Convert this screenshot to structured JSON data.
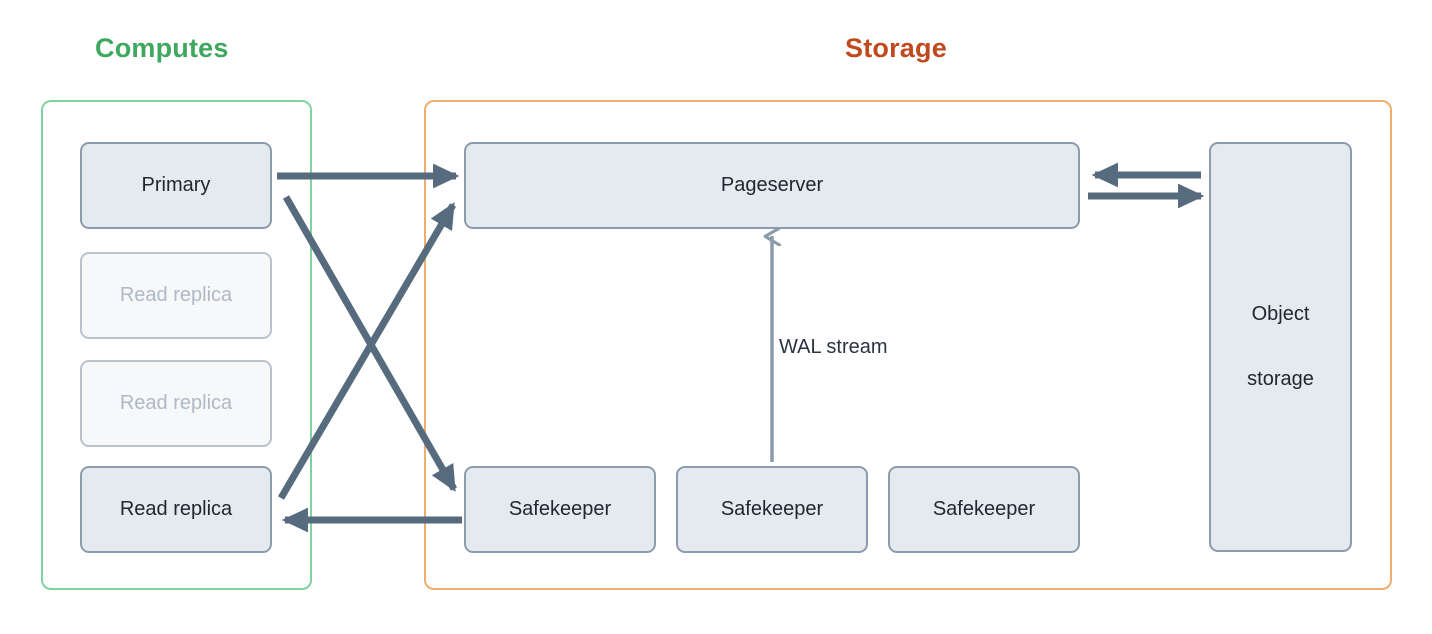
{
  "groups": {
    "computes": {
      "title": "Computes",
      "color": "#3FA85F",
      "border_color": "#7FD3A0"
    },
    "storage": {
      "title": "Storage",
      "color": "#C04A1E",
      "border_color": "#EFAE6B"
    }
  },
  "nodes": {
    "primary": {
      "label": "Primary",
      "state": "active"
    },
    "replica_1": {
      "label": "Read replica",
      "state": "inactive"
    },
    "replica_2": {
      "label": "Read replica",
      "state": "inactive"
    },
    "replica_3": {
      "label": "Read replica",
      "state": "active"
    },
    "pageserver": {
      "label": "Pageserver",
      "state": "active"
    },
    "safekeeper_1": {
      "label": "Safekeeper",
      "state": "active"
    },
    "safekeeper_2": {
      "label": "Safekeeper",
      "state": "active"
    },
    "safekeeper_3": {
      "label": "Safekeeper",
      "state": "active"
    },
    "object_storage": {
      "line1": "Object",
      "line2": "storage",
      "state": "active"
    }
  },
  "edges": {
    "primary_to_pageserver": {
      "label": "",
      "from": "primary",
      "to": "pageserver",
      "style": "thick"
    },
    "primary_to_safekeeper": {
      "label": "",
      "from": "primary",
      "to": "safekeeper_1",
      "style": "thick"
    },
    "replica_to_pageserver": {
      "label": "",
      "from": "replica_3",
      "to": "pageserver",
      "style": "thick"
    },
    "safekeeper_to_replica": {
      "label": "",
      "from": "safekeeper_1",
      "to": "replica_3",
      "style": "thick"
    },
    "safekeeper_to_pageserver": {
      "label": "WAL stream",
      "from": "safekeeper_2",
      "to": "pageserver",
      "style": "thin"
    },
    "object_storage_to_pageserver": {
      "label": "",
      "from": "object_storage",
      "to": "pageserver",
      "style": "thick"
    },
    "pageserver_to_object_storage": {
      "label": "",
      "from": "pageserver",
      "to": "object_storage",
      "style": "thick"
    }
  },
  "colors": {
    "node_fill": "#E5E9F0",
    "node_fill_dim": "#F6F8FA",
    "node_border": "#8C9CAE",
    "node_border_dim": "#B9C3CE",
    "node_text": "#20272E",
    "node_text_dim": "#AFB9C6",
    "arrow_thick": "#566B7D",
    "arrow_thin": "#8A9BAA",
    "background": "#FFFFFF"
  }
}
